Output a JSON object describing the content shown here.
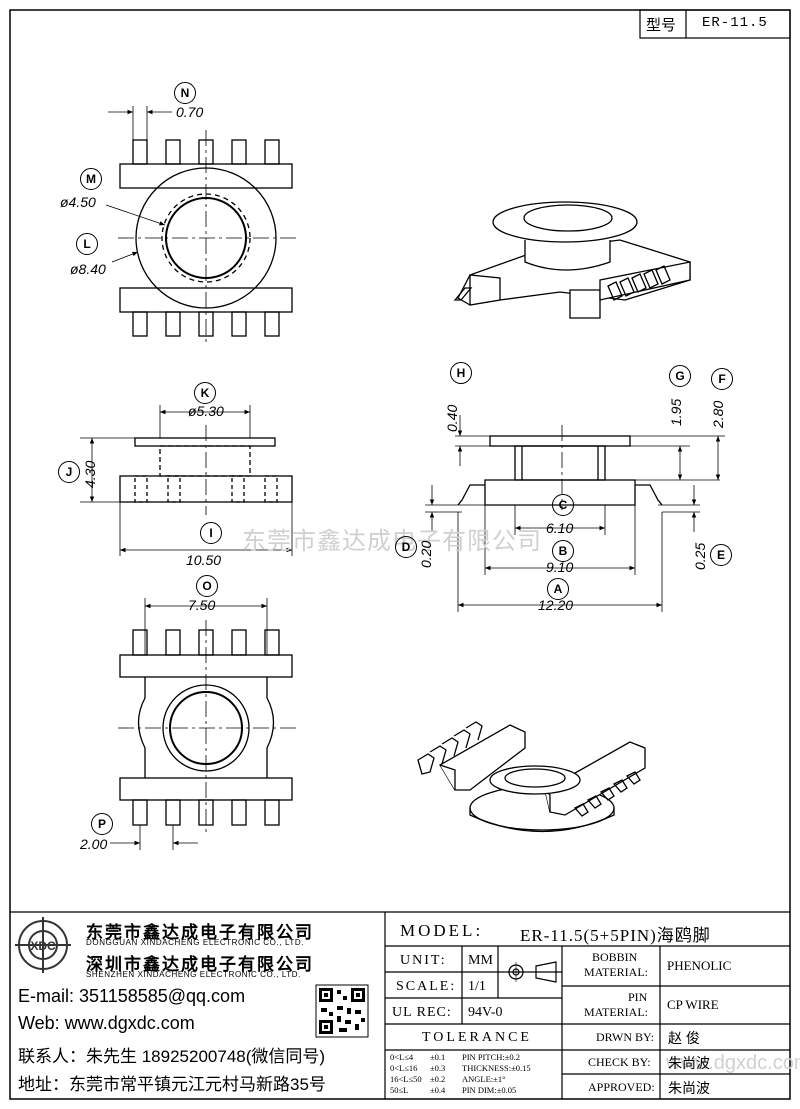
{
  "header": {
    "type_label": "型号",
    "type_value": "ER-11.5"
  },
  "watermark": "东莞市鑫达成电子有限公司",
  "watermark2": "www.dgxdc.com",
  "dimensions": {
    "N": {
      "letter": "N",
      "value": "0.70"
    },
    "M": {
      "letter": "M",
      "value": "ø4.50"
    },
    "L": {
      "letter": "L",
      "value": "ø8.40"
    },
    "K": {
      "letter": "K",
      "value": "ø5.30"
    },
    "J": {
      "letter": "J",
      "value": "4.30"
    },
    "I": {
      "letter": "I",
      "value": "10.50"
    },
    "H": {
      "letter": "H",
      "value": "0.40"
    },
    "G": {
      "letter": "G",
      "value": "1.95"
    },
    "F": {
      "letter": "F",
      "value": "2.80"
    },
    "C": {
      "letter": "C",
      "value": "6.10"
    },
    "B": {
      "letter": "B",
      "value": "9.10"
    },
    "A": {
      "letter": "A",
      "value": "12.20"
    },
    "D": {
      "letter": "D",
      "value": "0.20"
    },
    "E": {
      "letter": "E",
      "value": "0.25"
    },
    "O": {
      "letter": "O",
      "value": "7.50"
    },
    "P": {
      "letter": "P",
      "value": "2.00"
    }
  },
  "company": {
    "name_cn_1": "东莞市鑫达成电子有限公司",
    "name_en_1": "DONGGUAN XINDACHENG ELECTRONIC CO., LTD.",
    "name_cn_2": "深圳市鑫达成电子有限公司",
    "name_en_2": "SHENZHEN XINDACHENG ELECTRONIC CO., LTD.",
    "email": "E-mail: 351158585@qq.com",
    "web": "Web: www.dgxdc.com",
    "contact": "联系人：朱先生 18925200748(微信同号)",
    "address": "地址：东莞市常平镇元江元村马新路35号"
  },
  "title_block": {
    "model_label": "MODEL:",
    "model_value": "ER-11.5(5+5PIN)海鸥脚",
    "unit_label": "UNIT:",
    "unit_value": "MM",
    "scale_label": "SCALE:",
    "scale_value": "1/1",
    "ulrec_label": "UL REC:",
    "ulrec_value": "94V-0",
    "tolerance_label": "TOLERANCE",
    "tol_rows": [
      {
        "range": "0<L≤4",
        "tol": "±0.1",
        "item": "PIN PITCH:±0.2"
      },
      {
        "range": "0<L≤16",
        "tol": "±0.3",
        "item": "THICKNESS:±0.15"
      },
      {
        "range": "16<L≤50",
        "tol": "±0.2",
        "item": "ANGLE:±1°"
      },
      {
        "range": "50≤L",
        "tol": "±0.4",
        "item": "PIN DIM:±0.05"
      }
    ],
    "bobbin_label_1": "BOBBIN",
    "bobbin_label_2": "MATERIAL:",
    "bobbin_value": "PHENOLIC",
    "pin_label_1": "PIN",
    "pin_label_2": "MATERIAL:",
    "pin_value": "CP WIRE",
    "drwn_label": "DRWN BY:",
    "drwn_value": "赵 俊",
    "check_label": "CHECK BY:",
    "check_value": "朱尚波",
    "approved_label": "APPROVED:",
    "approved_value": "朱尚波"
  }
}
